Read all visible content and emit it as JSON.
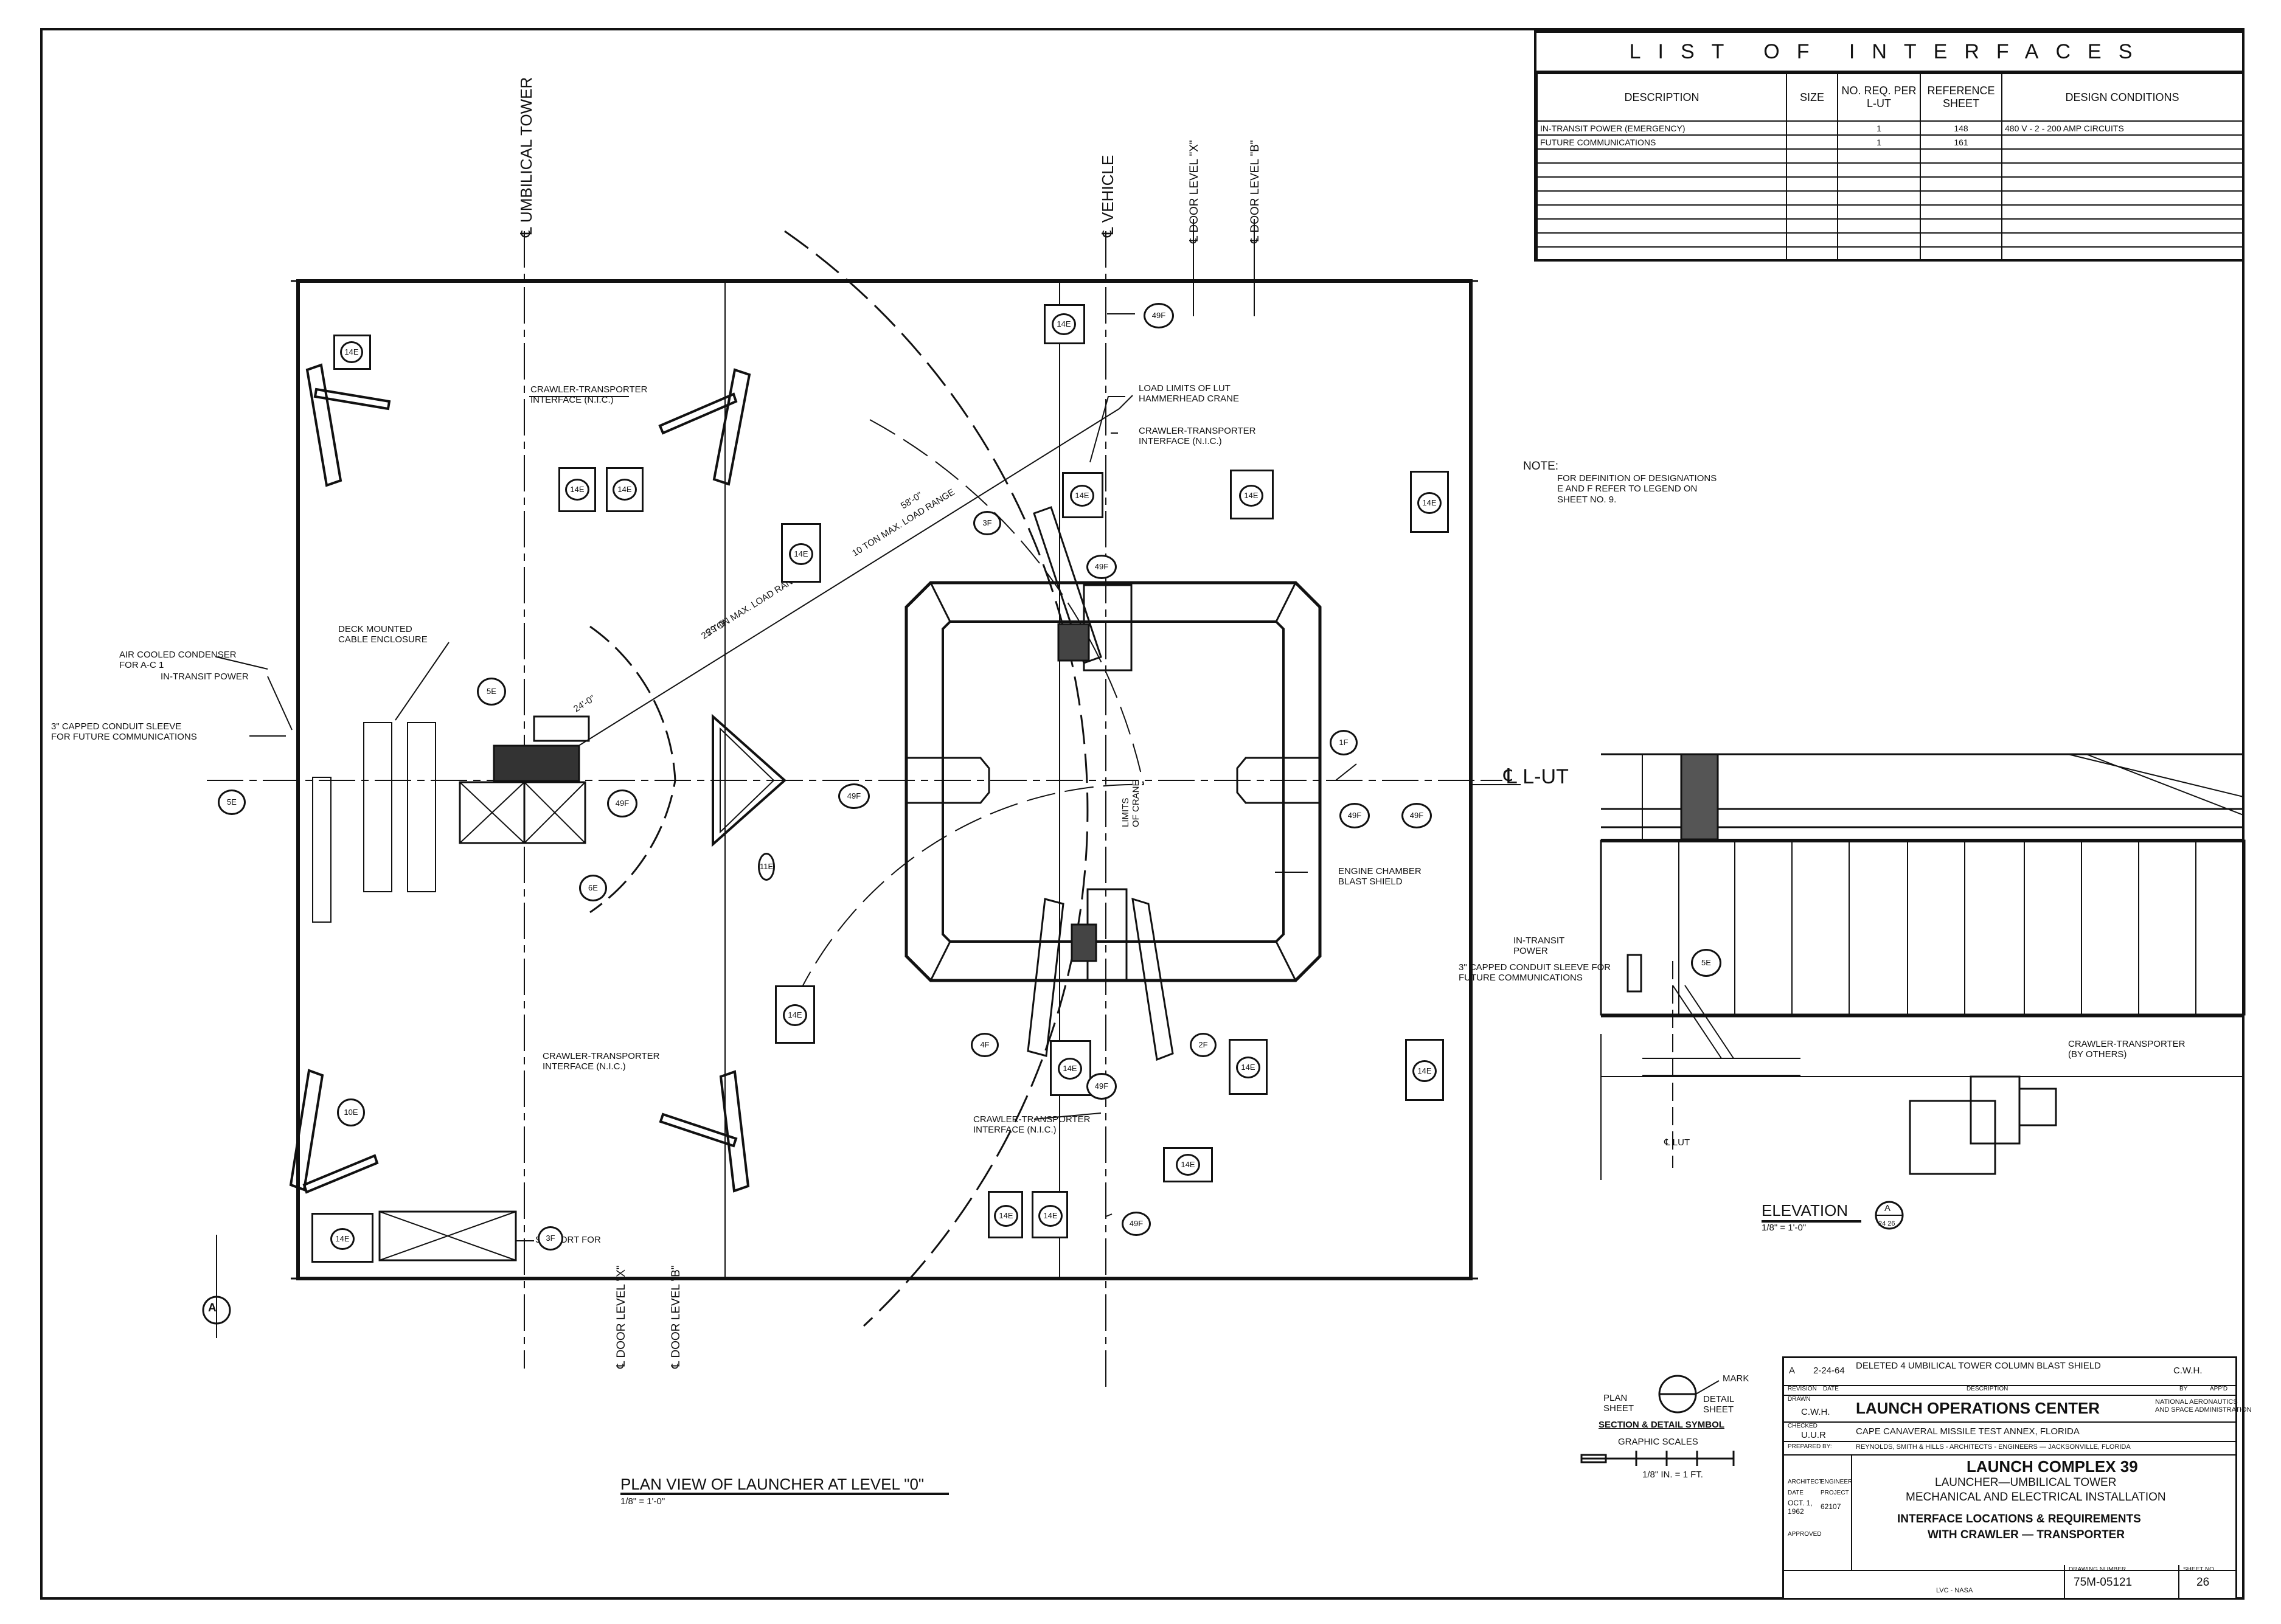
{
  "interfaces": {
    "title": "LIST OF INTERFACES",
    "columns": [
      "DESCRIPTION",
      "SIZE",
      "NO. REQ. PER L-UT",
      "REFERENCE SHEET",
      "DESIGN CONDITIONS"
    ],
    "rows": [
      [
        "IN-TRANSIT POWER (EMERGENCY)",
        "",
        "1",
        "148",
        "480 V - 2 - 200 AMP CIRCUITS"
      ],
      [
        "FUTURE COMMUNICATIONS",
        "",
        "1",
        "161",
        ""
      ]
    ],
    "empty_rows": 8
  },
  "note": {
    "heading": "NOTE:",
    "body": "FOR DEFINITION OF DESIGNATIONS\nE AND F REFER TO LEGEND ON\nSHEET NO. 9."
  },
  "axes": {
    "umbilical": "℄ UMBILICAL TOWER",
    "vehicle": "℄ VEHICLE",
    "door_x": "℄ DOOR LEVEL \"X\"",
    "door_b": "℄ DOOR LEVEL \"B\"",
    "lut": "℄ L-UT",
    "door_x_bottom": "℄ DOOR LEVEL \"X\"",
    "door_b_bottom": "℄ DOOR LEVEL \"B\""
  },
  "plan": {
    "crawler_nl": "CRAWLER-TRANSPORTER\nINTERFACE (N.I.C.)",
    "crawler_nr": "CRAWLER-TRANSPORTER\nINTERFACE (N.I.C.)",
    "crawler_sl": "CRAWLER-TRANSPORTER\nINTERFACE (N.I.C.)",
    "crawler_sc": "CRAWLER-TRANSPORTER\nINTERFACE (N.I.C.)",
    "load_limits": "LOAD LIMITS OF LUT\nHAMMERHEAD CRANE",
    "load_range_25": "25 TON MAX. LOAD RANGE",
    "load_range_10": "10 TON MAX. LOAD RANGE",
    "dim_24": "24'-0\"",
    "dim_29": "29'-0\"",
    "dim_58": "58'-0\"",
    "deck_cable": "DECK MOUNTED\nCABLE ENCLOSURE",
    "air_cooled": "AIR COOLED CONDENSER\nFOR A-C 1",
    "in_transit": "IN-TRANSIT POWER",
    "conduit": "3\" CAPPED CONDUIT SLEEVE\nFOR FUTURE COMMUNICATIONS",
    "engine_chamber": "ENGINE CHAMBER\nBLAST SHIELD",
    "limits_crane": "LIMITS\nOF CRANE",
    "support_for": "SUPPORT FOR",
    "title": "PLAN VIEW OF LAUNCHER AT LEVEL \"0\"",
    "scale": "1/8\" = 1'-0\""
  },
  "tags": {
    "t14e": "14E",
    "t5e": "5E",
    "t6e": "6E",
    "t10e": "10E",
    "t11e": "11E",
    "t49f": "49F",
    "t3f": "3F",
    "t1f": "1F",
    "t2f": "2F",
    "t4f": "4F"
  },
  "elevation": {
    "in_transit": "IN-TRANSIT\nPOWER",
    "conduit": "3\" CAPPED CONDUIT SLEEVE FOR\nFUTURE COMMUNICATIONS",
    "crawler": "CRAWLER-TRANSPORTER\n(BY OTHERS)",
    "lut": "℄ LUT",
    "tag": "5E",
    "title": "ELEVATION",
    "scale": "1/8\" = 1'-0\"",
    "ref_top": "A",
    "ref_bottom": "24 26"
  },
  "symbol": {
    "plan_sheet": "PLAN\nSHEET",
    "mark": "MARK",
    "detail_sheet": "DETAIL\nSHEET",
    "caption": "SECTION & DETAIL SYMBOL",
    "graphic_scales": "GRAPHIC SCALES",
    "scale_label": "1/8\" IN. = 1 FT."
  },
  "title_block": {
    "revision": "DELETED 4 UMBILICAL TOWER COLUMN BLAST SHIELD",
    "rev_date": "2-24-64",
    "rev_by": "C.W.H.",
    "rev_letter": "A",
    "rev_labels": [
      "REVISION",
      "DATE",
      "DESCRIPTION",
      "BY",
      "APP'D"
    ],
    "org": "LAUNCH OPERATIONS CENTER",
    "nasa": "NATIONAL AERONAUTICS\nAND SPACE ADMINISTRATION",
    "drawn_label": "DRAWN",
    "drawn": "C.W.H.",
    "checked_label": "CHECKED",
    "checked": "U.U.R",
    "address": "CAPE CANAVERAL MISSILE TEST ANNEX, FLORIDA",
    "prepared_label": "PREPARED BY:",
    "prepared": "REYNOLDS, SMITH & HILLS - ARCHITECTS - ENGINEERS — JACKSONVILLE, FLORIDA",
    "project_title": "LAUNCH COMPLEX 39",
    "subtitle1": "LAUNCHER—UMBILICAL TOWER",
    "subtitle2": "MECHANICAL AND ELECTRICAL INSTALLATION",
    "subtitle3": "INTERFACE LOCATIONS & REQUIREMENTS",
    "subtitle4": "WITH CRAWLER — TRANSPORTER",
    "architect": "ARCHITECT",
    "engineer": "ENGINEER",
    "date_label": "DATE",
    "date": "OCT. 1,\n1962",
    "project_label": "PROJECT",
    "project": "62107",
    "approved_label": "APPROVED",
    "drawing_number_label": "DRAWING NUMBER",
    "drawing_number": "75M-05121",
    "sheet_label": "SHEET NO.",
    "sheet": "26",
    "lvc": "LVC - NASA"
  },
  "north": "A"
}
